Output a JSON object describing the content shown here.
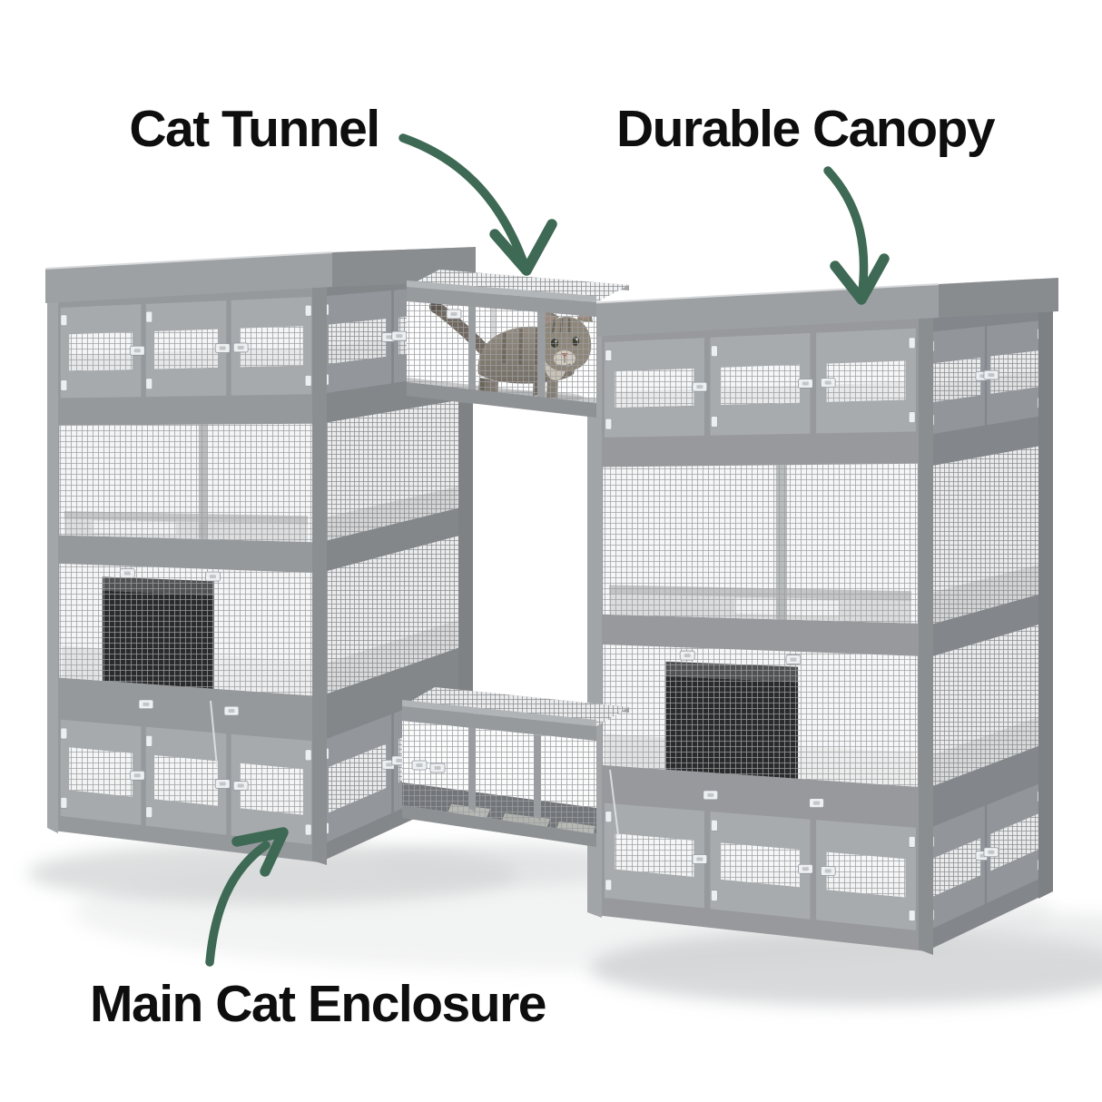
{
  "page": {
    "background": "#ffffff",
    "kind": "annotated product image",
    "subject": "Gray wooden two-tower outdoor cat enclosure with wire mesh panels; an upper cat tunnel bridge with a tabby cat walking across connects the towers, and a low mesh tunnel connects them at ground level"
  },
  "annotations": {
    "cat_tunnel": {
      "label": "Cat Tunnel",
      "arrow_icon": "curved-arrow-down"
    },
    "durable_canopy": {
      "label": "Durable Canopy",
      "arrow_icon": "curved-arrow-down"
    },
    "main_cat_enclosure": {
      "label": "Main Cat Enclosure",
      "arrow_icon": "curved-arrow-up-right"
    }
  },
  "colors": {
    "label_text": "#0e0e0e",
    "annotation_arrow_green": "#3e6954",
    "wood_frame_gray": "#97999c",
    "wood_frame_side_gray": "#84878a",
    "canopy_gray": "#aeb1b3",
    "wire_mesh_background": "#f4f5f6",
    "hideaway_box_dark": "#2a2b2d",
    "cat_fur": "#8b8478",
    "floor_shadow": "#cfd1d2"
  }
}
